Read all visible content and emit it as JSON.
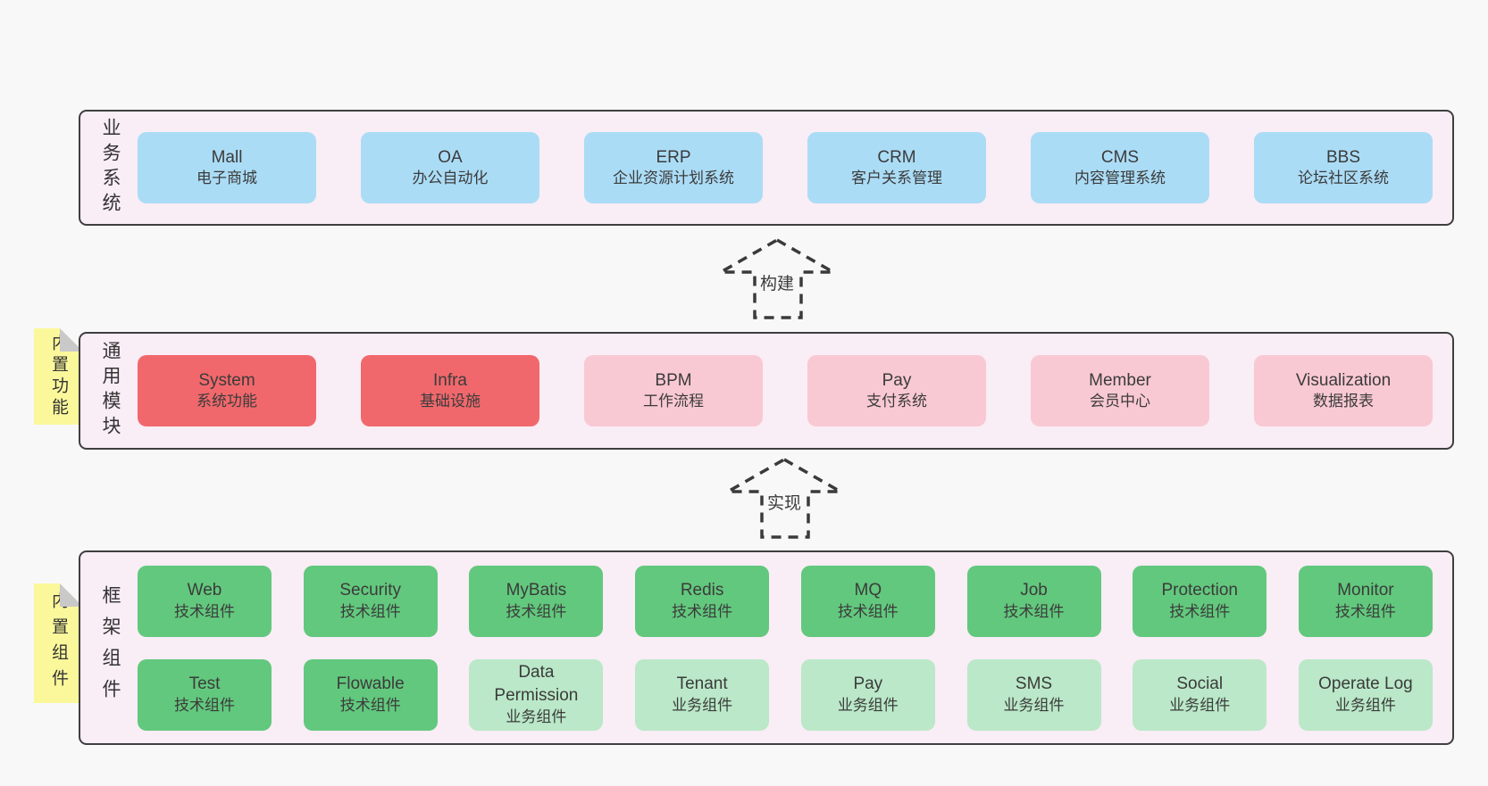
{
  "diagram": {
    "colors": {
      "page_bg": "#f8f8f8",
      "band_fill": "#f9edf6",
      "band_border": "#3f3f3f",
      "blue": "#abdcf6",
      "red": "#f1686c",
      "pink": "#f9c9d3",
      "green": "#62c87d",
      "lightgreen": "#bae8c8",
      "tab_yellow": "#fbf89b",
      "fold_gray": "#c9c9c9",
      "text": "#3b3b3b"
    },
    "arrows": [
      {
        "label": "构建"
      },
      {
        "label": "实现"
      }
    ],
    "tabs": [
      {
        "label": "内置功能"
      },
      {
        "label": "内置组件"
      }
    ],
    "bands": [
      {
        "side_label": "业务系统",
        "boxes": [
          {
            "title": "Mall",
            "subtitle": "电子商城",
            "color": "blue"
          },
          {
            "title": "OA",
            "subtitle": "办公自动化",
            "color": "blue"
          },
          {
            "title": "ERP",
            "subtitle": "企业资源计划系统",
            "color": "blue"
          },
          {
            "title": "CRM",
            "subtitle": "客户关系管理",
            "color": "blue"
          },
          {
            "title": "CMS",
            "subtitle": "内容管理系统",
            "color": "blue"
          },
          {
            "title": "BBS",
            "subtitle": "论坛社区系统",
            "color": "blue"
          }
        ]
      },
      {
        "side_label": "通用模块",
        "boxes": [
          {
            "title": "System",
            "subtitle": "系统功能",
            "color": "red"
          },
          {
            "title": "Infra",
            "subtitle": "基础设施",
            "color": "red"
          },
          {
            "title": "BPM",
            "subtitle": "工作流程",
            "color": "pink"
          },
          {
            "title": "Pay",
            "subtitle": "支付系统",
            "color": "pink"
          },
          {
            "title": "Member",
            "subtitle": "会员中心",
            "color": "pink"
          },
          {
            "title": "Visualization",
            "subtitle": "数据报表",
            "color": "pink"
          }
        ]
      },
      {
        "side_label": "框架组件",
        "rows": [
          [
            {
              "title": "Web",
              "subtitle": "技术组件",
              "color": "green"
            },
            {
              "title": "Security",
              "subtitle": "技术组件",
              "color": "green"
            },
            {
              "title": "MyBatis",
              "subtitle": "技术组件",
              "color": "green"
            },
            {
              "title": "Redis",
              "subtitle": "技术组件",
              "color": "green"
            },
            {
              "title": "MQ",
              "subtitle": "技术组件",
              "color": "green"
            },
            {
              "title": "Job",
              "subtitle": "技术组件",
              "color": "green"
            },
            {
              "title": "Protection",
              "subtitle": "技术组件",
              "color": "green"
            },
            {
              "title": "Monitor",
              "subtitle": "技术组件",
              "color": "green"
            }
          ],
          [
            {
              "title": "Test",
              "subtitle": "技术组件",
              "color": "green"
            },
            {
              "title": "Flowable",
              "subtitle": "技术组件",
              "color": "green"
            },
            {
              "title": "Data Permission",
              "subtitle": "业务组件",
              "color": "lightgreen"
            },
            {
              "title": "Tenant",
              "subtitle": "业务组件",
              "color": "lightgreen"
            },
            {
              "title": "Pay",
              "subtitle": "业务组件",
              "color": "lightgreen"
            },
            {
              "title": "SMS",
              "subtitle": "业务组件",
              "color": "lightgreen"
            },
            {
              "title": "Social",
              "subtitle": "业务组件",
              "color": "lightgreen"
            },
            {
              "title": "Operate Log",
              "subtitle": "业务组件",
              "color": "lightgreen"
            }
          ]
        ]
      }
    ]
  }
}
